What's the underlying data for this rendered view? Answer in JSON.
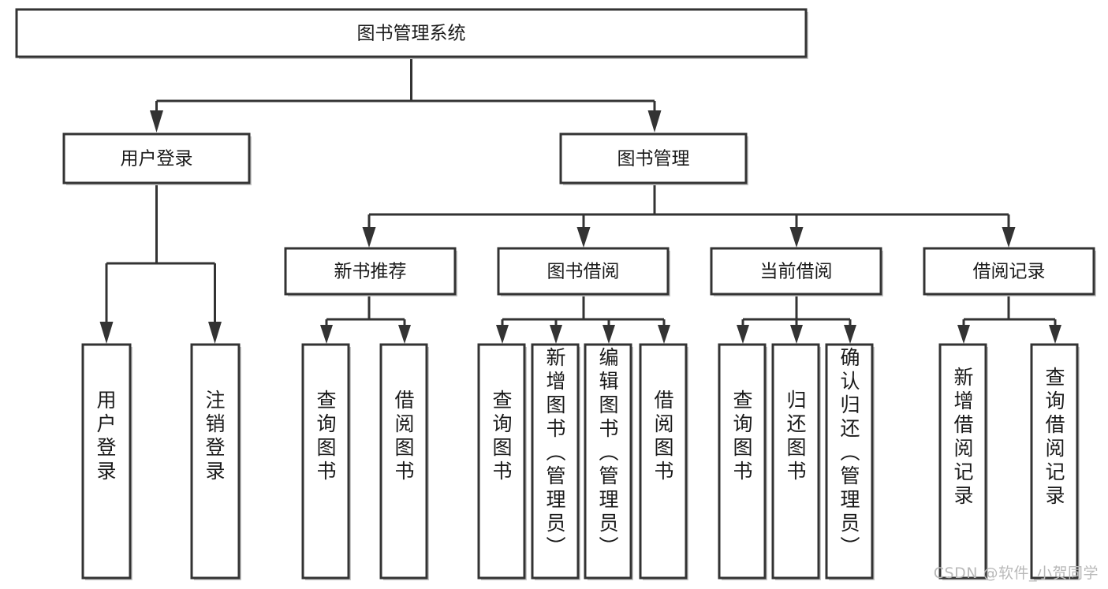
{
  "diagram": {
    "type": "tree-flowchart",
    "title": "图书管理系统",
    "watermark": "CSDN @软件_小贺同学",
    "colors": {
      "node_fill": "#ffffff",
      "node_stroke": "#333333",
      "edge": "#333333",
      "text": "#1a1a1a",
      "watermark": "#b9b9b9",
      "background": "#ffffff"
    },
    "levels": {
      "root": {
        "label": "图书管理系统"
      },
      "level2": [
        {
          "label": "用户登录"
        },
        {
          "label": "图书管理"
        }
      ],
      "level3": [
        {
          "label": "新书推荐"
        },
        {
          "label": "图书借阅"
        },
        {
          "label": "当前借阅"
        },
        {
          "label": "借阅记录"
        }
      ],
      "leaves": [
        {
          "label": "用户登录",
          "parent": "用户登录"
        },
        {
          "label": "注销登录",
          "parent": "用户登录"
        },
        {
          "label": "查询图书",
          "parent": "新书推荐"
        },
        {
          "label": "借阅图书",
          "parent": "新书推荐"
        },
        {
          "label": "查询图书",
          "parent": "图书借阅"
        },
        {
          "label": "新增图书（管理员）",
          "parent": "图书借阅"
        },
        {
          "label": "编辑图书（管理员）",
          "parent": "图书借阅"
        },
        {
          "label": "借阅图书",
          "parent": "图书借阅"
        },
        {
          "label": "查询图书",
          "parent": "当前借阅"
        },
        {
          "label": "归还图书",
          "parent": "当前借阅"
        },
        {
          "label": "确认归还（管理员）",
          "parent": "当前借阅"
        },
        {
          "label": "新增借阅记录",
          "parent": "借阅记录"
        },
        {
          "label": "查询借阅记录",
          "parent": "借阅记录"
        }
      ]
    }
  }
}
